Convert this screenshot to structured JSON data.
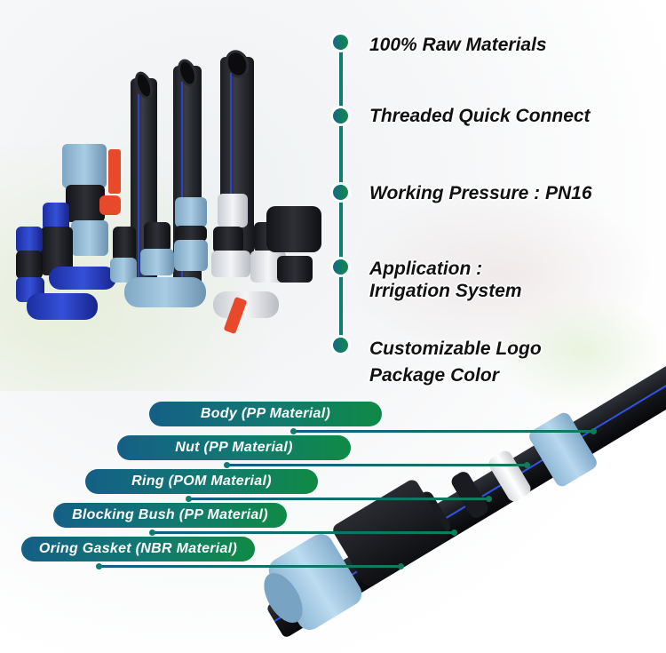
{
  "features": [
    {
      "label": "100% Raw Materials"
    },
    {
      "label": "Threaded Quick Connect"
    },
    {
      "label": "Working Pressure : PN16"
    },
    {
      "label_line1": "Application :",
      "label_line2": "Irrigation System"
    },
    {
      "label_line1": "Customizable Logo",
      "label_line2": "Package Color"
    }
  ],
  "parts": [
    {
      "label": "Body (PP Material)"
    },
    {
      "label": "Nut (PP Material)"
    },
    {
      "label": "Ring (POM Material)"
    },
    {
      "label": "Blocking Bush (PP Material)"
    },
    {
      "label": "Oring Gasket (NBR Material)"
    }
  ],
  "colors": {
    "accent_teal": "#127a6e",
    "gradient_start": "#145f86",
    "gradient_end": "#0f8a45",
    "fitting_light_blue": "#a9cce4",
    "fitting_dark_blue": "#3550d8",
    "valve_handle_red": "#e8492a"
  },
  "images": {
    "product_group": "hdpe-pipes-and-compression-fittings",
    "assembly": "compression-fitting-exploded-on-pipe"
  }
}
